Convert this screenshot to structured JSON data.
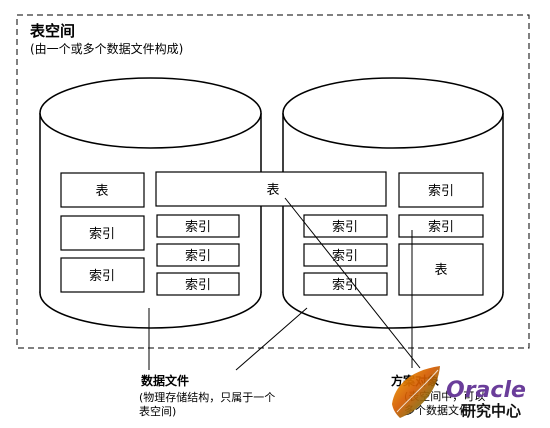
{
  "tablespace": {
    "title": "表空间",
    "subtitle": "(由一个或多个数据文件构成)"
  },
  "objects": {
    "table": "表",
    "index": "索引"
  },
  "callouts": {
    "datafile": {
      "title": "数据文件",
      "line1": "(物理存储结构，只属于一个",
      "line2": "表空间)"
    },
    "schema_object": {
      "title": "方案对象",
      "line1": "(表空间中，可以",
      "line2": "多个数据文件"
    }
  },
  "watermark": {
    "brand": "Oracle",
    "caption": "研究中心",
    "color": "#6a3d9a"
  }
}
